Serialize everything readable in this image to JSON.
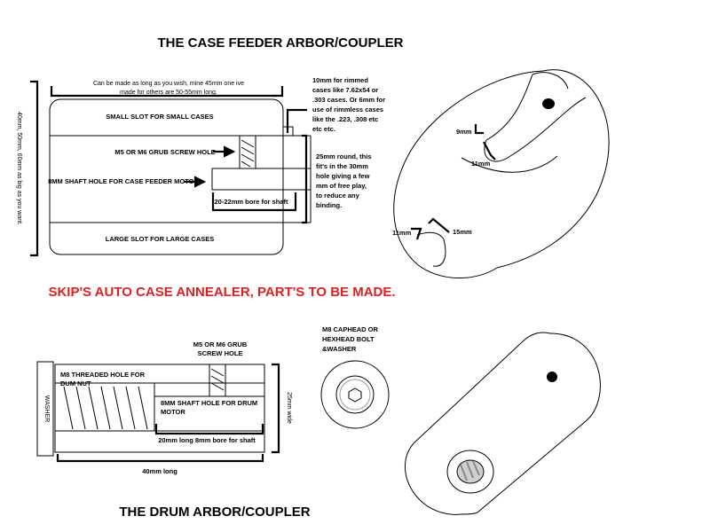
{
  "titles": {
    "case_feeder": "THE CASE FEEDER ARBOR/COUPLER",
    "main": "SKIP'S AUTO CASE ANNEALER, PART'S TO BE MADE.",
    "drum": "THE DRUM ARBOR/COUPLER"
  },
  "case_feeder": {
    "length_note_line1": "Can be made as long as you wish, mine 45mm one ive",
    "length_note_line2": "made for others are 50-55mm long.",
    "small_slot": "SMALL SLOT FOR SMALL CASES",
    "grub_screw": "M5 OR M6 GRUB SCREW HOLE",
    "shaft_hole": "8MM SHAFT HOLE FOR CASE FEEDER MOTOR",
    "bore_label": "20-22mm bore for shaft",
    "large_slot": "LARGE SLOT FOR LARGE CASES",
    "height_note": "40mm, 50mm, 60mm as big as you want.",
    "rimmed_note": [
      "10mm for rimmed",
      "cases like 7.62x54 or",
      ".303 cases. Or 6mm for",
      "use of rimmless cases",
      "like the .223, .308 etc",
      "etc etc."
    ],
    "round_note": [
      "25mm round, this",
      "fit's in the 30mm",
      "hole giving a few",
      "mm of free play,",
      "to reduce any",
      "binding."
    ],
    "dim_9mm": "9mm",
    "dim_11mm_top": "11mm",
    "dim_11mm_bottom": "11mm",
    "dim_15mm": "15mm"
  },
  "drum": {
    "grub_screw_line1": "M5 OR M6 GRUB",
    "grub_screw_line2": "SCREW HOLE",
    "threaded_line1": "M8 THREADED HOLE FOR",
    "threaded_line2": "DUM NUT",
    "shaft_line1": "8MM SHAFT HOLE FOR DRUM",
    "shaft_line2": "MOTOR",
    "bore_label": "20mm long 8mm bore for shaft",
    "length_label": "40mm long",
    "width_label": "25mm wide",
    "washer_label": "WASHER",
    "bolt_line1": "M8 CAPHEAD OR",
    "bolt_line2": "HEXHEAD BOLT",
    "bolt_line3": "&WASHER"
  }
}
